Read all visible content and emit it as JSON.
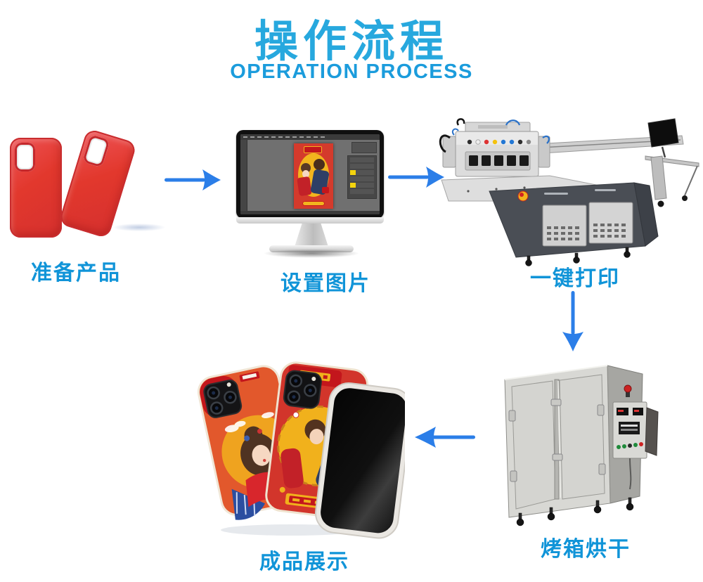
{
  "header": {
    "title": "操作流程",
    "subtitle": "OPERATION PROCESS"
  },
  "steps": [
    {
      "id": "prepare-products",
      "label": "准备产品"
    },
    {
      "id": "set-image",
      "label": "设置图片"
    },
    {
      "id": "one-click-print",
      "label": "一键打印"
    },
    {
      "id": "oven-drying",
      "label": "烤箱烘干"
    },
    {
      "id": "finished-display",
      "label": "成品展示"
    }
  ],
  "arrows": [
    {
      "from": "prepare-products",
      "to": "set-image",
      "direction": "right"
    },
    {
      "from": "set-image",
      "to": "one-click-print",
      "direction": "right"
    },
    {
      "from": "one-click-print",
      "to": "oven-drying",
      "direction": "down"
    },
    {
      "from": "oven-drying",
      "to": "finished-display",
      "direction": "left"
    }
  ],
  "colors": {
    "title_blue": "#27a8de",
    "label_blue": "#1094d8",
    "arrow_blue": "#2b7ee8",
    "case_red": "#e2382d"
  }
}
